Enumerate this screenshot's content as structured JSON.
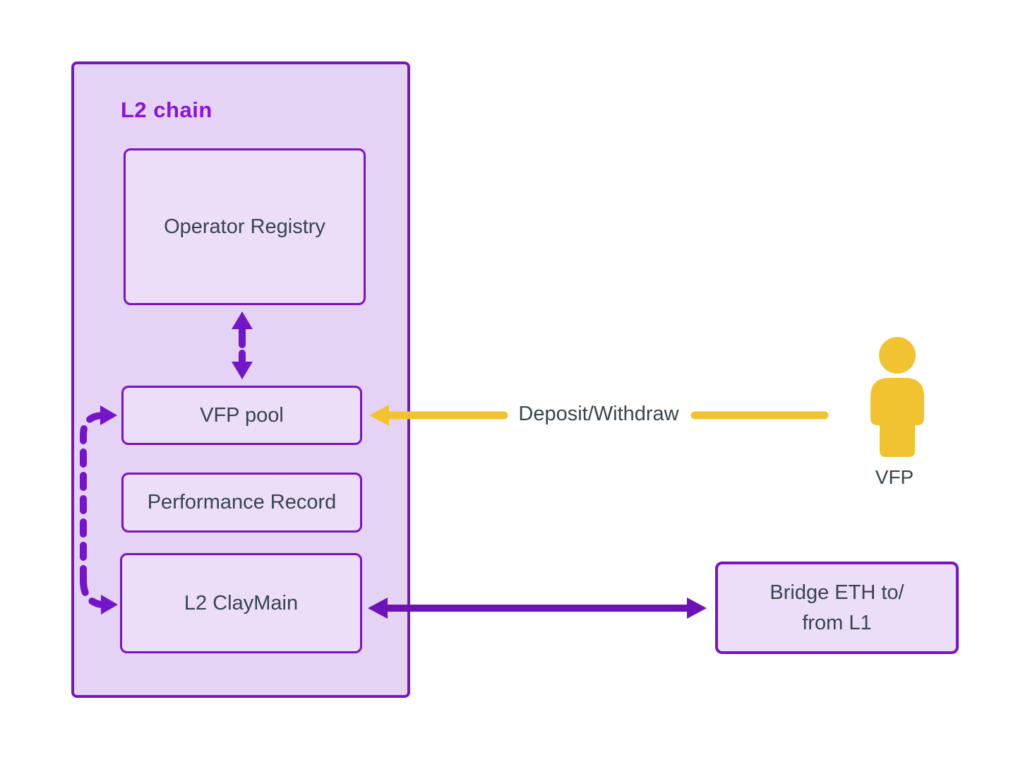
{
  "colors": {
    "containerFill": "#e5d3f5",
    "boxFill": "#ecddf9",
    "borderPurple": "#7a14c0",
    "titlePurple": "#8a13d8",
    "arrowPurple": "#7315c9",
    "darkArrowPurple": "#6d12b4",
    "accentYellow": "#f2c330",
    "textDark": "#36454e"
  },
  "l2_chain": {
    "title": "L2 chain"
  },
  "boxes": {
    "operator_registry": {
      "label": "Operator Registry"
    },
    "vfp_pool": {
      "label": "VFP pool"
    },
    "performance_record": {
      "label": "Performance Record"
    },
    "l2_claymain": {
      "label": "L2 ClayMain"
    },
    "bridge": {
      "line1": "Bridge ETH to/",
      "line2": "from L1"
    }
  },
  "arrows": {
    "deposit_withdraw": {
      "label": "Deposit/Withdraw"
    }
  },
  "actor": {
    "label": "VFP"
  }
}
